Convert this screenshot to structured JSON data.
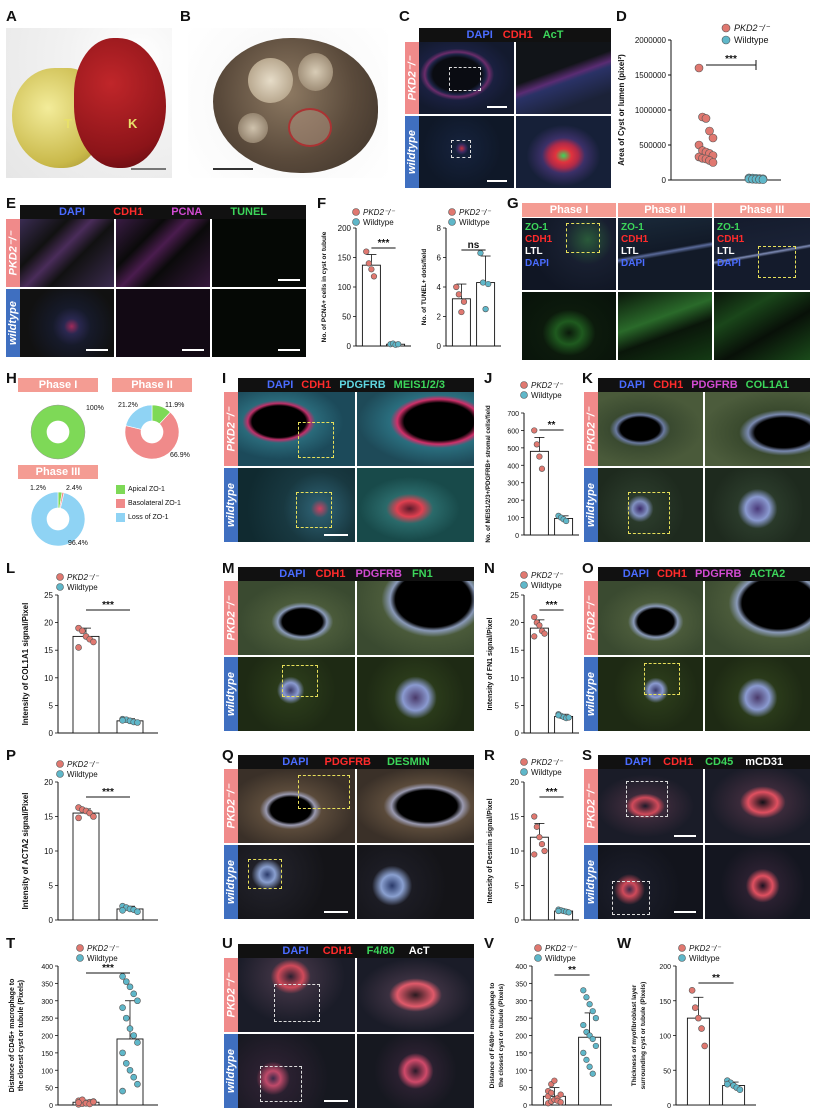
{
  "panels": {
    "A": "A",
    "B": "B",
    "C": "C",
    "D": "D",
    "E": "E",
    "F": "F",
    "G": "G",
    "H": "H",
    "I": "I",
    "J": "J",
    "K": "K",
    "L": "L",
    "M": "M",
    "N": "N",
    "O": "O",
    "P": "P",
    "Q": "Q",
    "R": "R",
    "S": "S",
    "T": "T",
    "U": "U",
    "V": "V",
    "W": "W"
  },
  "photoA": {
    "t_label": "T",
    "k_label": "K"
  },
  "rows": {
    "pkd": "PKD2⁻/⁻",
    "wt": "wildtype"
  },
  "stains": {
    "C": [
      "DAPI",
      "CDH1",
      "AcT"
    ],
    "E": [
      "DAPI",
      "CDH1",
      "PCNA",
      "TUNEL"
    ],
    "G": [
      "ZO-1",
      "CDH1",
      "LTL",
      "DAPI"
    ],
    "I": [
      "DAPI",
      "CDH1",
      "PDGFRB",
      "MEIS1/2/3"
    ],
    "K": [
      "DAPI",
      "CDH1",
      "PDGFRB",
      "COL1A1"
    ],
    "M": [
      "DAPI",
      "CDH1",
      "PDGFRB",
      "FN1"
    ],
    "O": [
      "DAPI",
      "CDH1",
      "PDGFRB",
      "ACTA2"
    ],
    "Q": [
      "DAPI",
      "PDGFRB",
      "DESMIN"
    ],
    "S": [
      "DAPI",
      "CDH1",
      "CD45",
      "mCD31"
    ],
    "U": [
      "DAPI",
      "CDH1",
      "F4/80",
      "AcT"
    ]
  },
  "stain_colors": {
    "DAPI": "#4a6cff",
    "CDH1": "#ff2b2b",
    "AcT": "#3cd65a",
    "PCNA": "#d24bd2",
    "TUNEL": "#3cd65a",
    "ZO-1": "#3cd65a",
    "LTL": "#ffffff",
    "PDGFRB": "#5fd6e0",
    "MEIS1/2/3": "#3cd65a",
    "COL1A1": "#3cd65a",
    "FN1": "#3cd65a",
    "ACTA2": "#3cd65a",
    "DESMIN": "#3cd65a",
    "CD45": "#3cd65a",
    "mCD31": "#ffffff",
    "F4/80": "#3cd65a",
    "PDGFRB_M": "#d24bd2"
  },
  "phases": [
    "Phase I",
    "Phase II",
    "Phase III"
  ],
  "legend": {
    "pkd": "PKD2⁻/⁻",
    "wt": "Wildtype"
  },
  "colors": {
    "pkd": "#e07870",
    "wt": "#5fb7c9"
  },
  "chart_data": [
    {
      "panel": "D",
      "type": "scatter",
      "ylabel": "Area of Cyst or lumen (pixel²)",
      "ylim": [
        0,
        2000000
      ],
      "yticks": [
        "0",
        "500000",
        "1000000",
        "1500000",
        "2000000"
      ],
      "sig": "***",
      "series": [
        {
          "name": "PKD2⁻/⁻",
          "values": [
            1600000,
            900000,
            880000,
            700000,
            600000,
            500000,
            420000,
            400000,
            380000,
            350000,
            330000,
            310000,
            300000,
            280000,
            250000
          ]
        },
        {
          "name": "Wildtype",
          "values": [
            30000,
            28000,
            25000,
            20000,
            18000,
            15000,
            12000,
            10000,
            8000,
            6000
          ]
        }
      ]
    },
    {
      "panel": "F1",
      "type": "bar",
      "ylabel": "No. of PCNA+ cells in cyst or tubule",
      "ylim": [
        0,
        200
      ],
      "yticks": [
        "0",
        "50",
        "100",
        "150",
        "200"
      ],
      "sig": "***",
      "series": [
        {
          "name": "PKD2⁻/⁻",
          "mean": 137,
          "sd": 18,
          "values": [
            160,
            140,
            130,
            118
          ]
        },
        {
          "name": "Wildtype",
          "mean": 3,
          "sd": 1,
          "values": [
            3,
            4,
            2,
            3
          ]
        }
      ]
    },
    {
      "panel": "F2",
      "type": "bar",
      "ylabel": "No. of TUNEL+ dots/field",
      "ylim": [
        0,
        8
      ],
      "yticks": [
        "0",
        "2",
        "4",
        "6",
        "8"
      ],
      "sig": "ns",
      "series": [
        {
          "name": "PKD2⁻/⁻",
          "mean": 3.2,
          "sd": 1.0,
          "values": [
            4,
            3.5,
            2.3,
            3
          ]
        },
        {
          "name": "Wildtype",
          "mean": 4.3,
          "sd": 1.8,
          "values": [
            6.3,
            4.3,
            2.5,
            4.2
          ]
        }
      ]
    },
    {
      "panel": "H1",
      "type": "pie",
      "title": "Phase I",
      "values": [
        100
      ],
      "labels": [
        "100%"
      ]
    },
    {
      "panel": "H2",
      "type": "pie",
      "title": "Phase II",
      "values": [
        11.9,
        66.9,
        21.2
      ],
      "labels": [
        "11.9%",
        "66.9%",
        "21.2%"
      ]
    },
    {
      "panel": "H3",
      "type": "pie",
      "title": "Phase III",
      "values": [
        2.4,
        1.2,
        96.4
      ],
      "labels": [
        "2.4%",
        "1.2%",
        "96.4%"
      ],
      "legend": [
        "Apical ZO-1",
        "Basolateral ZO-1",
        "Loss of ZO-1"
      ],
      "legend_colors": [
        "#7ed957",
        "#f08a8a",
        "#8fd3f4"
      ]
    },
    {
      "panel": "J",
      "type": "bar",
      "ylabel": "No. of MEIS1/2/3+/PDGFRB+ stromal cells/field",
      "ylim": [
        0,
        700
      ],
      "yticks": [
        "0",
        "100",
        "200",
        "300",
        "400",
        "500",
        "600",
        "700"
      ],
      "sig": "**",
      "series": [
        {
          "name": "PKD2⁻/⁻",
          "mean": 480,
          "sd": 80,
          "values": [
            600,
            520,
            450,
            380
          ]
        },
        {
          "name": "Wildtype",
          "mean": 95,
          "sd": 15,
          "values": [
            110,
            100,
            90,
            80
          ]
        }
      ]
    },
    {
      "panel": "L",
      "type": "bar",
      "ylabel": "Intensity of COL1A1 signal/Pixel",
      "ylim": [
        0,
        25
      ],
      "yticks": [
        "0",
        "5",
        "10",
        "15",
        "20",
        "25"
      ],
      "sig": "***",
      "series": [
        {
          "name": "PKD2⁻/⁻",
          "mean": 17.5,
          "sd": 1.5,
          "values": [
            19,
            18.5,
            17.5,
            17,
            16.5,
            15.5
          ]
        },
        {
          "name": "Wildtype",
          "mean": 2.2,
          "sd": 0.4,
          "values": [
            2.5,
            2.4,
            2.2,
            2,
            1.9,
            2.3
          ]
        }
      ]
    },
    {
      "panel": "N",
      "type": "bar",
      "ylabel": "Intensity of FN1 signal/Pixel",
      "ylim": [
        0,
        25
      ],
      "yticks": [
        "0",
        "5",
        "10",
        "15",
        "20",
        "25"
      ],
      "sig": "***",
      "series": [
        {
          "name": "PKD2⁻/⁻",
          "mean": 19,
          "sd": 1.5,
          "values": [
            21,
            20,
            19.5,
            18.5,
            18,
            17.5
          ]
        },
        {
          "name": "Wildtype",
          "mean": 3,
          "sd": 0.4,
          "values": [
            3.4,
            3.1,
            2.9,
            2.7,
            2.8,
            3.2
          ]
        }
      ]
    },
    {
      "panel": "P",
      "type": "bar",
      "ylabel": "Intensity of ACTA2 signal/Pixel",
      "ylim": [
        0,
        20
      ],
      "yticks": [
        "0",
        "5",
        "10",
        "15",
        "20"
      ],
      "sig": "***",
      "series": [
        {
          "name": "PKD2⁻/⁻",
          "mean": 15.5,
          "sd": 0.6,
          "values": [
            16.3,
            16,
            15.8,
            15.5,
            15,
            14.8
          ]
        },
        {
          "name": "Wildtype",
          "mean": 1.6,
          "sd": 0.4,
          "values": [
            2,
            1.8,
            1.6,
            1.5,
            1.2,
            1.4
          ]
        }
      ]
    },
    {
      "panel": "R",
      "type": "bar",
      "ylabel": "Intensity of Desmin signal/Pixel",
      "ylim": [
        0,
        20
      ],
      "yticks": [
        "0",
        "5",
        "10",
        "15",
        "20"
      ],
      "sig": "***",
      "series": [
        {
          "name": "PKD2⁻/⁻",
          "mean": 12,
          "sd": 2,
          "values": [
            15,
            13.5,
            12,
            11,
            10,
            9.5
          ]
        },
        {
          "name": "Wildtype",
          "mean": 1.3,
          "sd": 0.2,
          "values": [
            1.5,
            1.4,
            1.3,
            1.2,
            1.1,
            1.3
          ]
        }
      ]
    },
    {
      "panel": "T",
      "type": "bar",
      "ylabel": "Distance of CD45+ macrophage to the closest cyst or tubule (Pixels)",
      "ylim": [
        0,
        400
      ],
      "yticks": [
        "0",
        "50",
        "100",
        "150",
        "200",
        "250",
        "300",
        "350",
        "400"
      ],
      "sig": "***",
      "series": [
        {
          "name": "PKD2⁻/⁻",
          "mean": 8,
          "sd": 6,
          "values": [
            2,
            4,
            6,
            8,
            10,
            12,
            15,
            5,
            3,
            9,
            7
          ]
        },
        {
          "name": "Wildtype",
          "mean": 190,
          "sd": 110,
          "values": [
            370,
            355,
            340,
            320,
            300,
            280,
            250,
            220,
            200,
            180,
            150,
            120,
            100,
            80,
            60,
            40
          ]
        }
      ]
    },
    {
      "panel": "V",
      "type": "bar",
      "ylabel": "Distance of F4/80+ macrophage to the closest cyst or tubule (Pixels)",
      "ylim": [
        0,
        400
      ],
      "yticks": [
        "0",
        "50",
        "100",
        "150",
        "200",
        "250",
        "300",
        "350",
        "400"
      ],
      "sig": "**",
      "series": [
        {
          "name": "PKD2⁻/⁻",
          "mean": 25,
          "sd": 25,
          "values": [
            5,
            10,
            15,
            20,
            30,
            40,
            60,
            70,
            12,
            8,
            25,
            35
          ]
        },
        {
          "name": "Wildtype",
          "mean": 195,
          "sd": 70,
          "values": [
            330,
            310,
            290,
            270,
            250,
            230,
            210,
            200,
            190,
            170,
            150,
            130,
            110,
            90
          ]
        }
      ]
    },
    {
      "panel": "W",
      "type": "bar",
      "ylabel": "Thickness of myofibroblast layer surrounding cyst or tubule (Pixels)",
      "ylim": [
        0,
        200
      ],
      "yticks": [
        "0",
        "50",
        "100",
        "150",
        "200"
      ],
      "sig": "**",
      "series": [
        {
          "name": "PKD2⁻/⁻",
          "mean": 125,
          "sd": 30,
          "values": [
            165,
            140,
            125,
            110,
            85
          ]
        },
        {
          "name": "Wildtype",
          "mean": 28,
          "sd": 5,
          "values": [
            35,
            32,
            28,
            25,
            22,
            30
          ]
        }
      ]
    }
  ]
}
